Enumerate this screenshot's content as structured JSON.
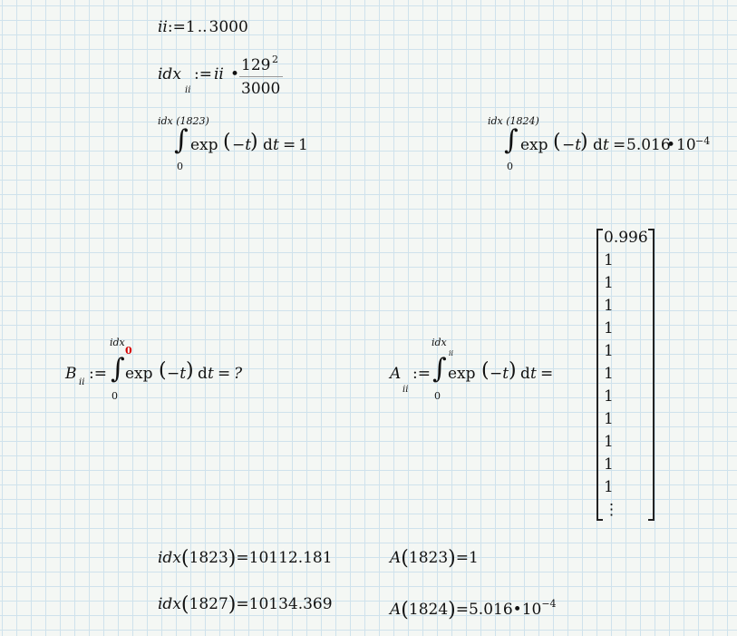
{
  "range_def": {
    "var": "ii",
    "assign": ":=",
    "start": "1",
    "dots": "..",
    "end": "3000"
  },
  "idx_def": {
    "lhs": "idx",
    "lhs_sub": "ii",
    "assign": ":=",
    "factor": "ii",
    "dot": "•",
    "num_base": "129",
    "num_exp": "2",
    "den": "3000"
  },
  "integral_1823": {
    "upper": "idx (1823)",
    "lower": "0",
    "integrand": "exp",
    "arg": "−t",
    "dt": "d",
    "dtv": "t",
    "eq": "=",
    "result": "1"
  },
  "integral_1824": {
    "upper": "idx (1824)",
    "lower": "0",
    "integrand": "exp",
    "arg": "−t",
    "dt": "d",
    "dtv": "t",
    "eq": "=",
    "result_mant": "5.016",
    "dot": "•",
    "result_base": "10",
    "result_exp": "−4"
  },
  "B_def": {
    "lhs": "B",
    "lhs_sub": "ii",
    "assign": ":=",
    "upper": "idx",
    "upper_error_marker": "0",
    "lower": "0",
    "integrand": "exp",
    "arg": "−t",
    "dt": "d",
    "dtv": "t",
    "eq": "=",
    "result": "?"
  },
  "A_def": {
    "lhs": "A",
    "lhs_sub": "ii",
    "assign": ":=",
    "upper": "idx",
    "upper_sub": "ii",
    "lower": "0",
    "integrand": "exp",
    "arg": "−t",
    "dt": "d",
    "dtv": "t",
    "eq": "="
  },
  "A_matrix": [
    "0.996",
    "1",
    "1",
    "1",
    "1",
    "1",
    "1",
    "1",
    "1",
    "1",
    "1",
    "1",
    "⋮"
  ],
  "eval_idx_1823": {
    "name": "idx",
    "arg": "1823",
    "eq": "=",
    "result": "10112.181"
  },
  "eval_idx_1827": {
    "name": "idx",
    "arg": "1827",
    "eq": "=",
    "result": "10134.369"
  },
  "eval_A_1823": {
    "name": "A",
    "arg": "1823",
    "eq": "=",
    "result": "1"
  },
  "eval_A_1824": {
    "name": "A",
    "arg": "1824",
    "eq": "=",
    "mant": "5.016",
    "dot": "•",
    "base": "10",
    "exp": "−4"
  },
  "colors": {
    "grid": "#cfe2ec",
    "background": "#f4f7f4",
    "error": "#d40000"
  }
}
